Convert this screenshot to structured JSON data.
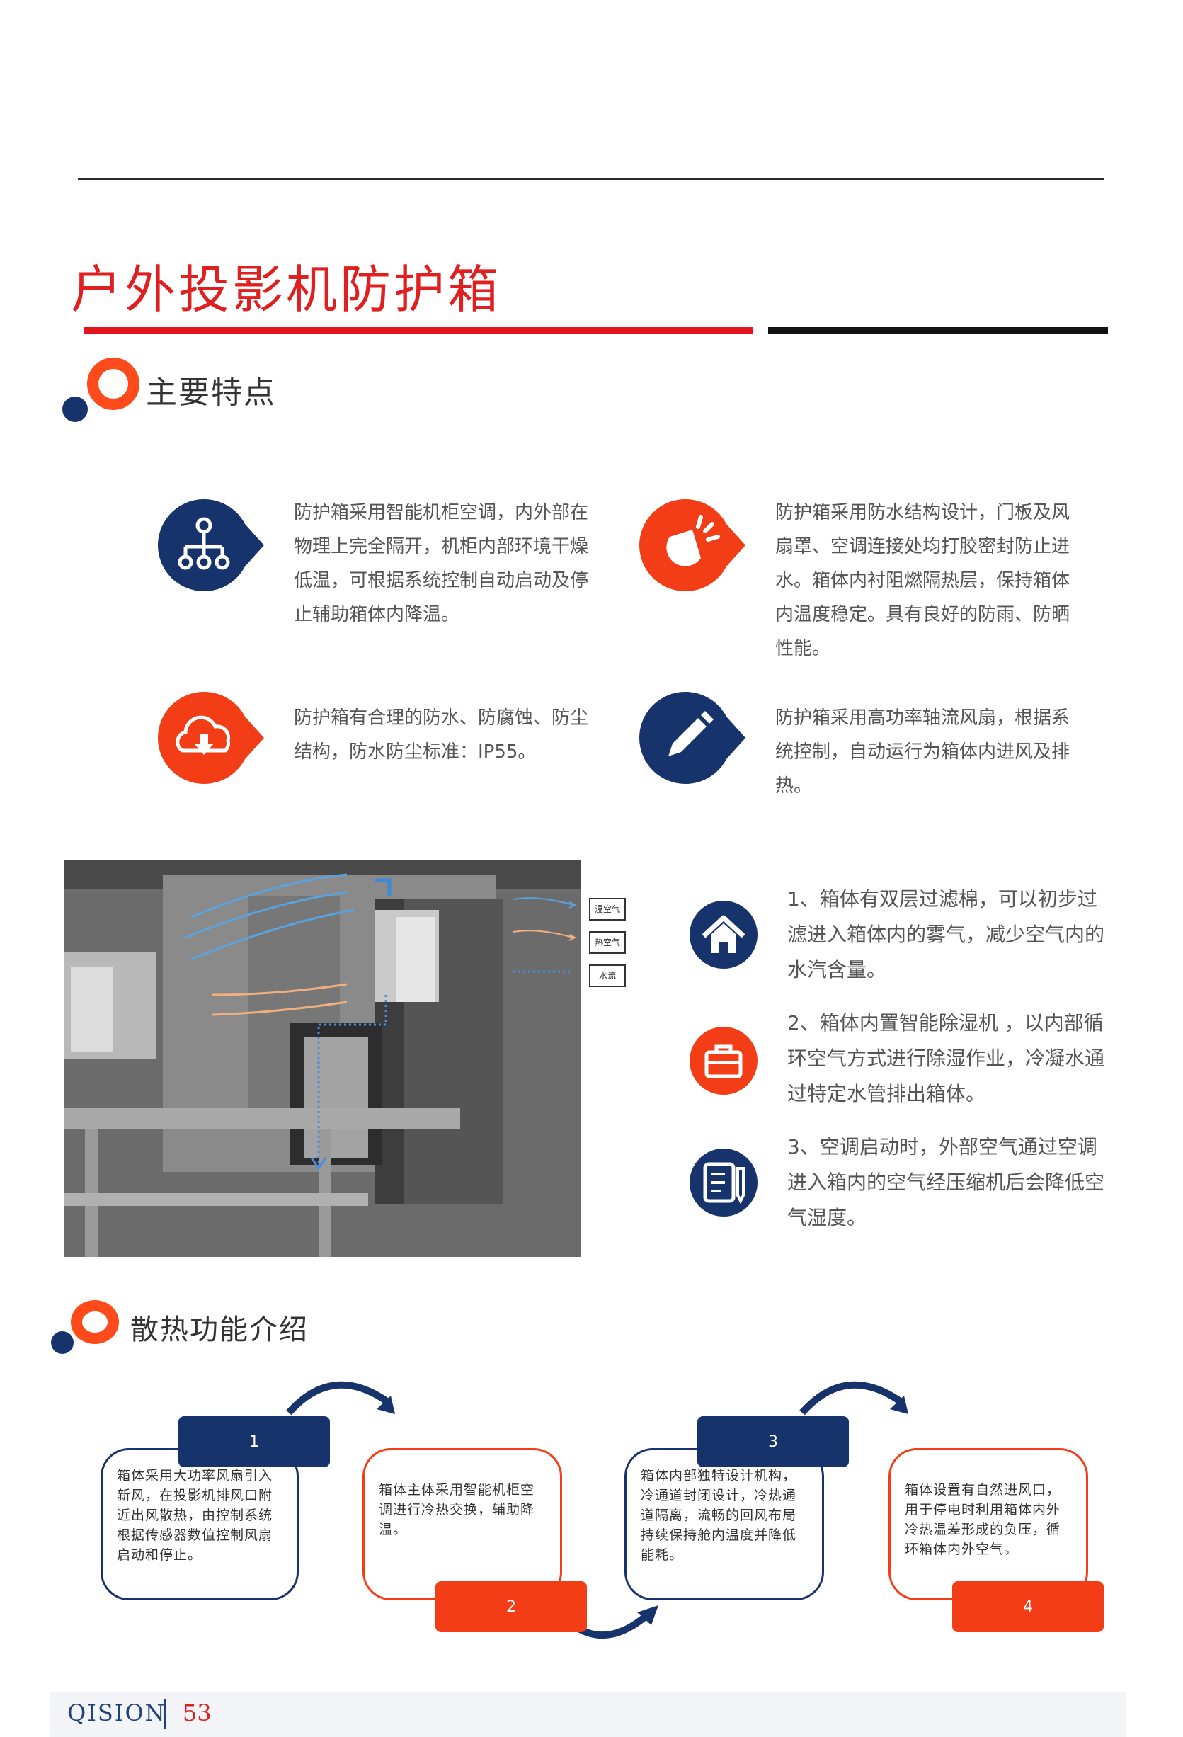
{
  "title": "户外投影机防护箱",
  "section1_title": "主要特点",
  "features": [
    {
      "icon": "network-icon",
      "text": "防护箱采用智能机柜空调，内外部在物理上完全隔开，机柜内部环境干燥低温，可根据系统控制自动启动及停止辅助箱体内降温。"
    },
    {
      "icon": "spotlight-icon",
      "text": "防护箱采用防水结构设计，门板及风扇罩、空调连接处均打胶密封防止进水。箱体内衬阻燃隔热层，保持箱体内温度稳定。具有良好的防雨、防晒性能。"
    },
    {
      "icon": "cloud-download-icon",
      "text": "防护箱有合理的防水、防腐蚀、防尘结构，防水防尘标准：IP55。"
    },
    {
      "icon": "pencil-icon",
      "text": "防护箱采用高功率轴流风扇，根据系统控制，自动运行为箱体内进风及排热。"
    }
  ],
  "legend": [
    "温空气",
    "热空气",
    "水流"
  ],
  "steps": [
    {
      "icon": "home-icon",
      "text": "1、箱体有双层过滤棉，可以初步过滤进入箱体内的雾气，减少空气内的水汽含量。"
    },
    {
      "icon": "toolbox-icon",
      "text": "2、箱体内置智能除湿机 ，以内部循环空气方式进行除湿作业，冷凝水通过特定水管排出箱体。"
    },
    {
      "icon": "document-icon",
      "text": "3、空调启动时，外部空气通过空调进入箱内的空气经压缩机后会降低空气湿度。"
    }
  ],
  "section2_title": "散热功能介绍",
  "flow": [
    {
      "number": "1",
      "text": "箱体采用大功率风扇引入新风，在投影机排风口附近出风散热，由控制系统根据传感器数值控制风扇启动和停止。"
    },
    {
      "number": "2",
      "text": "箱体主体采用智能机柜空调进行冷热交换，辅助降温。"
    },
    {
      "number": "3",
      "text": "箱体内部独特设计机构，冷通道封闭设计，冷热通道隔离，流畅的回风布局持续保持舱内温度并降低能耗。"
    },
    {
      "number": "4",
      "text": "箱体设置有自然进风口，用于停电时利用箱体内外冷热温差形成的负压，循环箱体内外空气。"
    }
  ],
  "footer": {
    "brand": "QISION",
    "page": "53"
  },
  "colors": {
    "red": "#e3141e",
    "orange": "#f23d16",
    "navy": "#17336b"
  }
}
